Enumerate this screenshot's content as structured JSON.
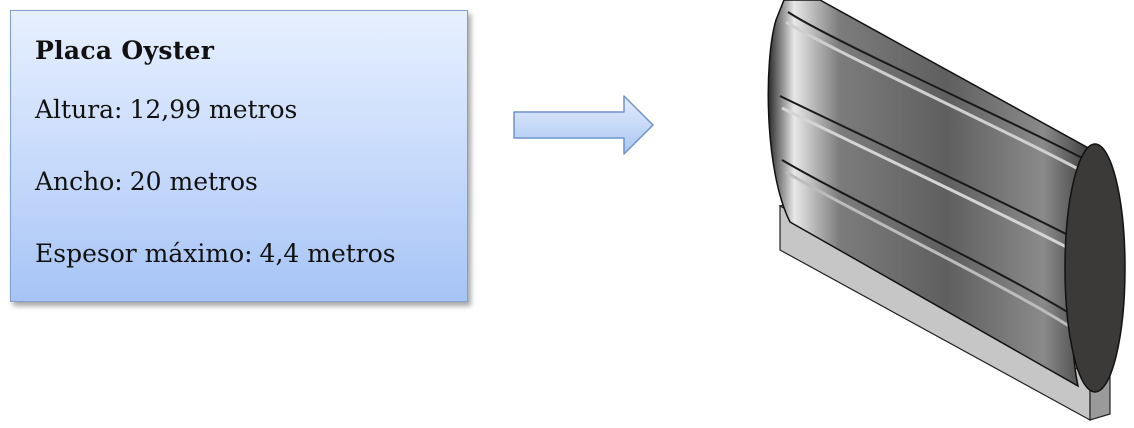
{
  "card": {
    "title": "Placa Oyster",
    "specs": [
      {
        "label": "Altura:",
        "value": "12,99 metros"
      },
      {
        "label": "Ancho:",
        "value": "20 metros"
      },
      {
        "label": "Espesor máximo:",
        "value": "4,4 metros"
      }
    ]
  },
  "arrow": {
    "icon": "right-arrow-icon",
    "fill": "#c9dbf8",
    "stroke": "#6f93cc"
  },
  "model": {
    "icon": "oyster-plate-3d-render",
    "base_color": "#c9c9c9",
    "body_color": "#5a5a5a"
  }
}
